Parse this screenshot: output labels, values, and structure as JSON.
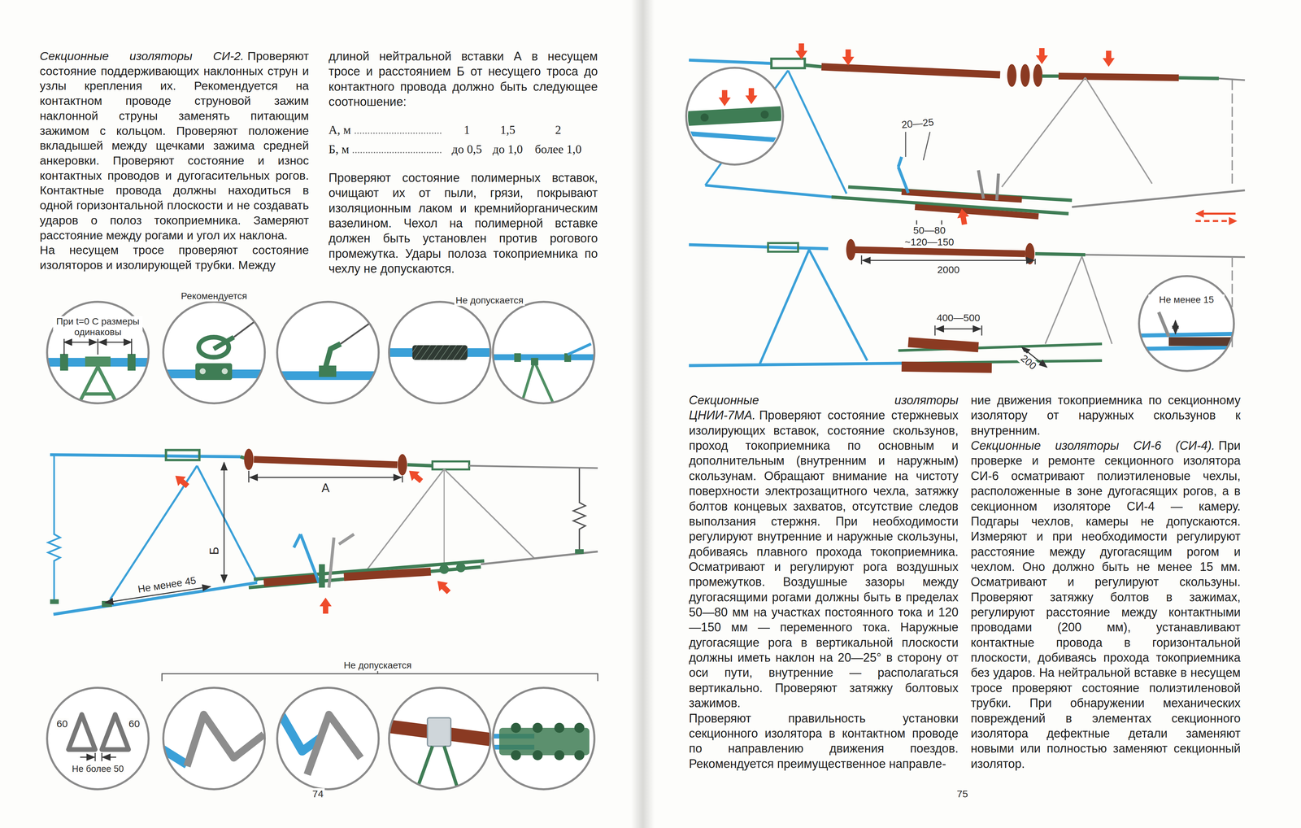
{
  "diagram": {
    "nodes": [
      {
        "text": [
          "При t=0 C размеры одинаковы"
        ]
      },
      {
        "text": [
          "Не менее 15"
        ]
      }
    ],
    "labels": [
      "Секционные изоляторы СИ-2.",
      "Проверяют состояние поддерживающих наклонных струн и узлы крепления их. Рекомендуется на контактном проводе струновой зажим наклонной струны заменять питающим зажимом с кольцом. Проверяют положение вкладышей между щечками зажима средней анкеровки. Проверяют состояние и износ контактных проводов и дугогасительных рогов. Контактные провода должны находиться в одной горизонтальной плоскости и не создавать ударов о полоз токоприемника. Замеряют расстояние между рогами и угол их наклона.",
      "На несущем тросе проверяют состояние изоляторов и изолирующей трубки. Между",
      "длиной нейтральной вставки А в несущем тросе и расстоянием Б от несущего троса до контактного провода должно быть следующее соотношение:",
      "А, м",
      "1",
      "1,5",
      "2",
      "Б, м",
      "до 0,5",
      "до 1,0",
      "более 1,0",
      "Проверяют состояние полимерных вставок, очищают их от пыли, грязи, покрывают изоляционным лаком и кремнийорганическим вазелином. Чехол на полимерной вставке должен быть установлен против рогового промежутка. Удары полоза токоприемника по чехлу не допускаются.",
      "Рекомендуется",
      "Не допускается",
      "А",
      "Б",
      "Не менее 45",
      "Не допускается",
      "60",
      "60",
      "Не более 50",
      "74",
      "20—25",
      "50—80",
      "~120—150",
      "2000",
      "400—500",
      "200",
      "Секционные изоляторы ЦНИИ-7МА.",
      "Проверяют состояние стержневых изолирующих вставок, состояние скользунов, проход токоприемника по основным и дополнительным (внутренним и наружным) скользунам. Обращают внимание на чистоту поверхности электрозащитного чехла, затяжку болтов концевых захватов, отсутствие следов выползания стержня. При необходимости регулируют внутренние и наружные скользуны, добиваясь плавного прохода токоприемника. Осматривают и регулируют рога воздушных промежутков. Воздушные зазоры между дугогасящими рогами должны быть в пределах 50—80 мм на участках постоянного тока и 120—150 мм — переменного тока. Наружные дугогасящие рога в вертикальной плоскости должны иметь наклон на 20—25° в сторону от оси пути, внутренние — располагаться вертикально. Проверяют затяжку болтовых зажимов.",
      "Проверяют правильность установки секционного изолятора в контактном проводе по направлению движения поездов. Рекомендуется преимущественное направле-",
      "ние движения токоприемника по секционному изолятору от наружных скользунов к внутренним.",
      "Секционные изоляторы СИ-6 (СИ-4).",
      "При проверке и ремонте секционного изолятора СИ-6 осматривают полиэтиленовые чехлы, расположенные в зоне дугогасящих рогов, а в секционном изоляторе СИ-4 — камеру. Подгары чехлов, камеры не допускаются. Измеряют и при необходимости регулируют расстояние между дугогасящим рогом и чехлом. Оно должно быть не менее 15 мм. Осматривают и регулируют скользуны. Проверяют затяжку болтов в зажимах, регулируют расстояние между контактными проводами (200 мм), устанавливают контактные провода в горизонтальной плоскости, добиваясь прохода токоприемника без ударов. На нейтральной вставке в несущем тросе проверяют состояние полиэтиленовой трубки. При обнаружении механических повреждений в элементах секционного изолятора дефектные детали заменяют новыми или полностью заменяют секционный изолятор.",
      "75"
    ]
  }
}
